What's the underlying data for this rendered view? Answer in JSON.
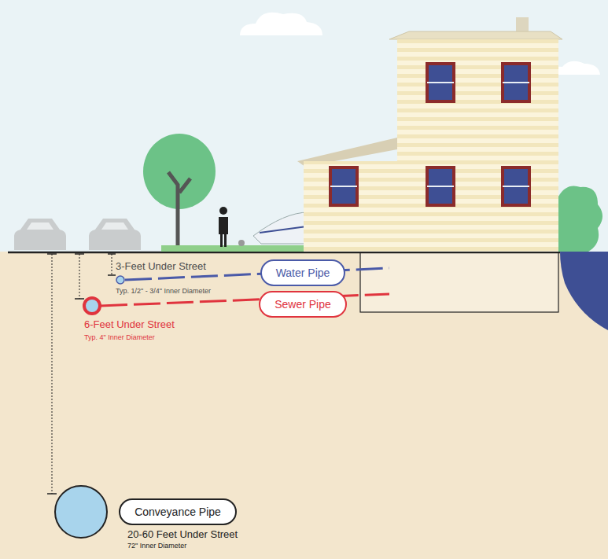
{
  "diagram": {
    "nodes": [
      {
        "text": [
          "Water Pipe"
        ]
      },
      {
        "text": [
          "Sewer Pipe"
        ]
      },
      {
        "text": [
          "Conveyance Pipe"
        ]
      }
    ],
    "labels": [
      "3-Feet Under Street",
      "Typ. 1/2\" - 3/4\" Inner Diameter",
      "6-Feet Under Street",
      "Typ. 4\" Inner Diameter",
      "20-60 Feet Under Street",
      "72\" Inner Diameter"
    ]
  }
}
